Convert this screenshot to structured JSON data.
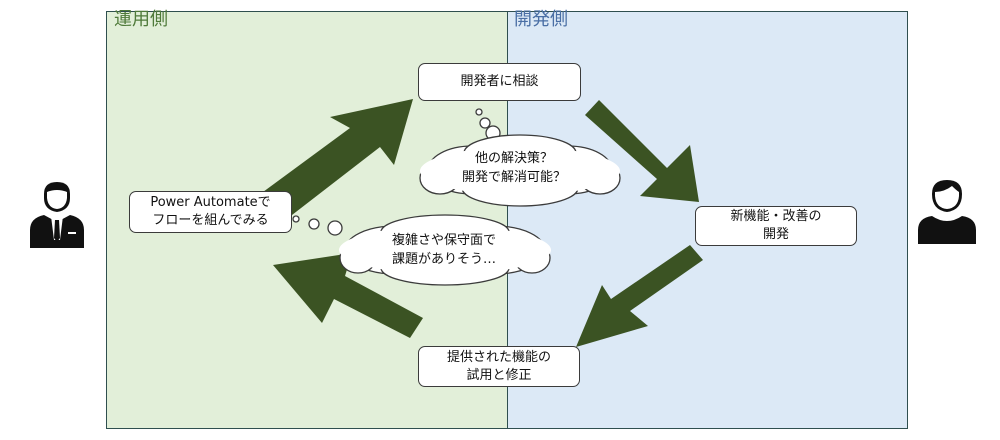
{
  "panels": {
    "ops_title": "運用側",
    "dev_title": "開発側"
  },
  "boxes": {
    "consult": "開発者に相談",
    "power_automate": "Power Automateで\nフローを組んでみる",
    "new_feature": "新機能・改善の\n開発",
    "trial": "提供された機能の\n試用と修正"
  },
  "thoughts": {
    "dev": "他の解決策？\n開発で解消可能？",
    "ops": "複雑さや保守面で\n課題がありそう…"
  },
  "icons": {
    "left_person": "businessman-icon",
    "right_person": "developer-person-icon"
  },
  "colors": {
    "ops_panel": "#e2efd9",
    "dev_panel": "#dce9f6",
    "arrow": "#3b5323",
    "person": "#111111"
  }
}
